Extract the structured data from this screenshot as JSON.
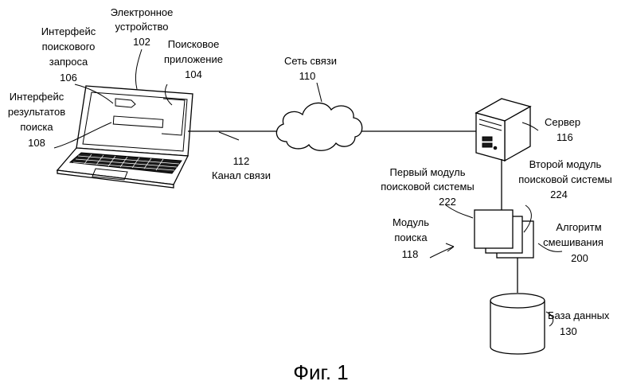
{
  "labels": {
    "electronic_device": {
      "lines": [
        "Электронное",
        "устройство"
      ],
      "ref": "102"
    },
    "search_app": {
      "lines": [
        "Поисковое",
        "приложение"
      ],
      "ref": "104"
    },
    "query_interface": {
      "lines": [
        "Интерфейс",
        "поискового",
        "запроса"
      ],
      "ref": "106"
    },
    "results_interface": {
      "lines": [
        "Интерфейс",
        "результатов",
        "поиска"
      ],
      "ref": "108"
    },
    "network": {
      "lines": [
        "Сеть связи"
      ],
      "ref": "110"
    },
    "link": {
      "lines": [
        "Канал связи"
      ],
      "ref": "112"
    },
    "server": {
      "lines": [
        "Сервер"
      ],
      "ref": "116"
    },
    "search_module": {
      "lines": [
        "Модуль",
        "поиска"
      ],
      "ref": "118"
    },
    "first_engine": {
      "lines": [
        "Первый модуль",
        "поисковой системы"
      ],
      "ref": "222"
    },
    "second_engine": {
      "lines": [
        "Второй модуль",
        "поисковой системы"
      ],
      "ref": "224"
    },
    "blending": {
      "lines": [
        "Алгоритм",
        "смешивания"
      ],
      "ref": "200"
    },
    "database": {
      "lines": [
        "База данных"
      ],
      "ref": "130"
    }
  },
  "caption": "Фиг. 1"
}
